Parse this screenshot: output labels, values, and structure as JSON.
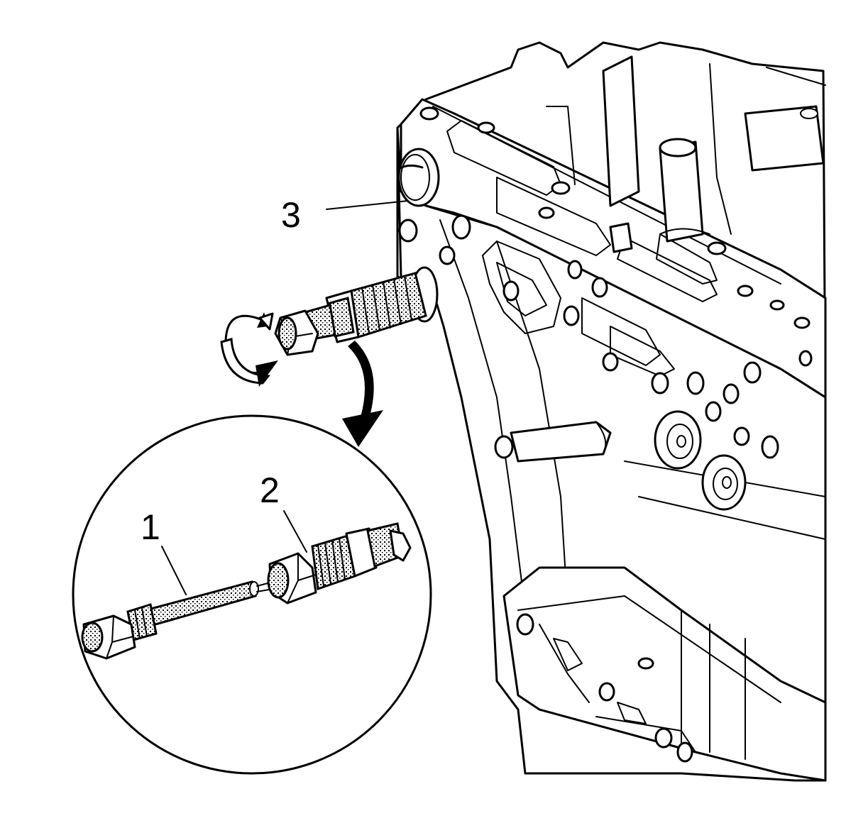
{
  "callouts": [
    {
      "id": "1",
      "label": "1"
    },
    {
      "id": "2",
      "label": "2"
    },
    {
      "id": "3",
      "label": "3"
    }
  ],
  "icons": {
    "rotation": "rotate-arrow-icon",
    "detail": "detail-arrow-icon"
  }
}
